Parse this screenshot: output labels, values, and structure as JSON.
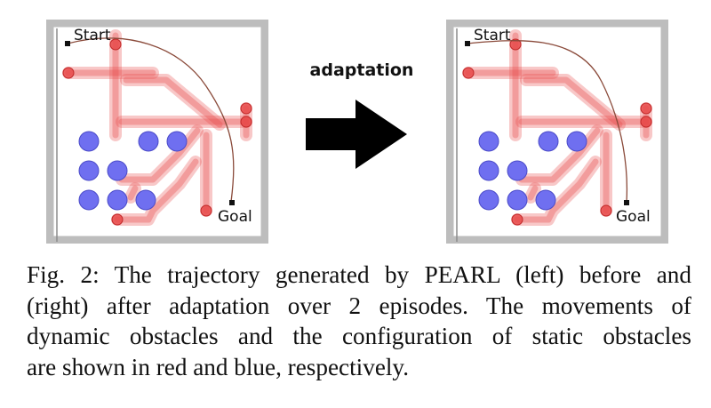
{
  "figure": {
    "arrow_label": "adaptation",
    "left_panel": {
      "start_label": "Start",
      "goal_label": "Goal"
    },
    "right_panel": {
      "start_label": "Start",
      "goal_label": "Goal"
    },
    "colors": {
      "dynamic_obstacles": "#e84a4a",
      "static_obstacles": "#6f6ff0",
      "trajectory": "#8a4a3a",
      "frame": "#bdbdbd"
    }
  },
  "caption": {
    "lines": [
      "Fig. 2: The trajectory generated by PEARL (left) before and",
      "(right) after adaptation over 2 episodes. The movements of",
      "dynamic obstacles and the configuration of static obstacles",
      "are shown in red and blue, respectively."
    ]
  }
}
